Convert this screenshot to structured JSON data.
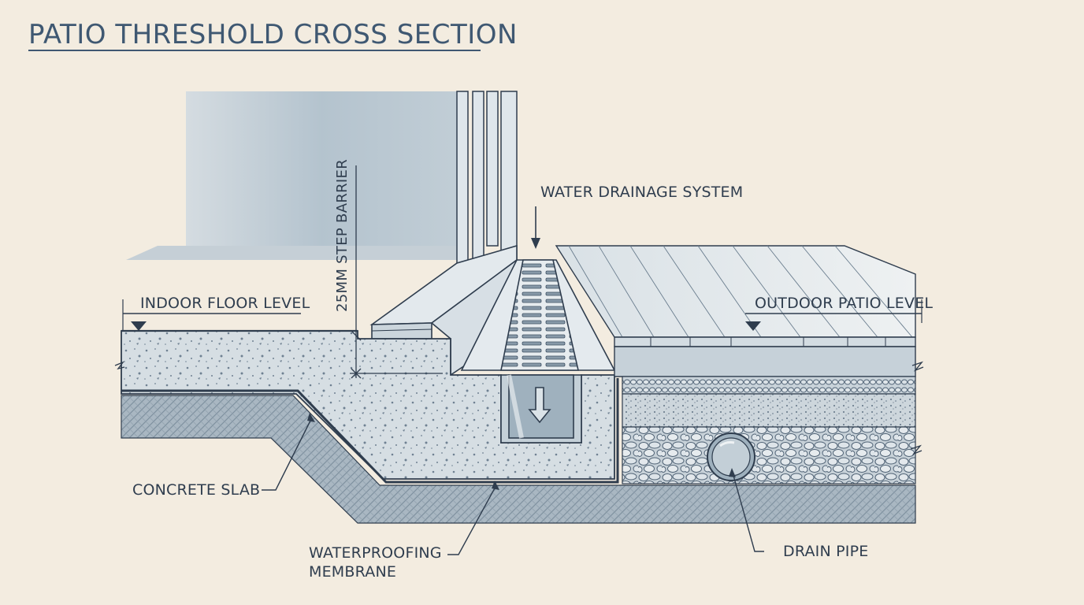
{
  "title": "PATIO THRESHOLD CROSS SECTION",
  "labels": {
    "water_drainage": "WATER DRAINAGE SYSTEM",
    "indoor_floor": "INDOOR FLOOR LEVEL",
    "outdoor_patio": "OUTDOOR PATIO LEVEL",
    "step_barrier": "25MM STEP BARRIER",
    "concrete_slab": "CONCRETE SLAB",
    "waterproofing_line1": "WATERPROOFING",
    "waterproofing_line2": "MEMBRANE",
    "drain_pipe": "DRAIN PIPE"
  },
  "colors": {
    "paper": "#f3ece0",
    "ink": "#2f3d4e",
    "title_blue": "#3f5872",
    "concrete": "#d5dde2",
    "earth": "#a8b6c1",
    "wall_wash": "#b7c7d3"
  }
}
